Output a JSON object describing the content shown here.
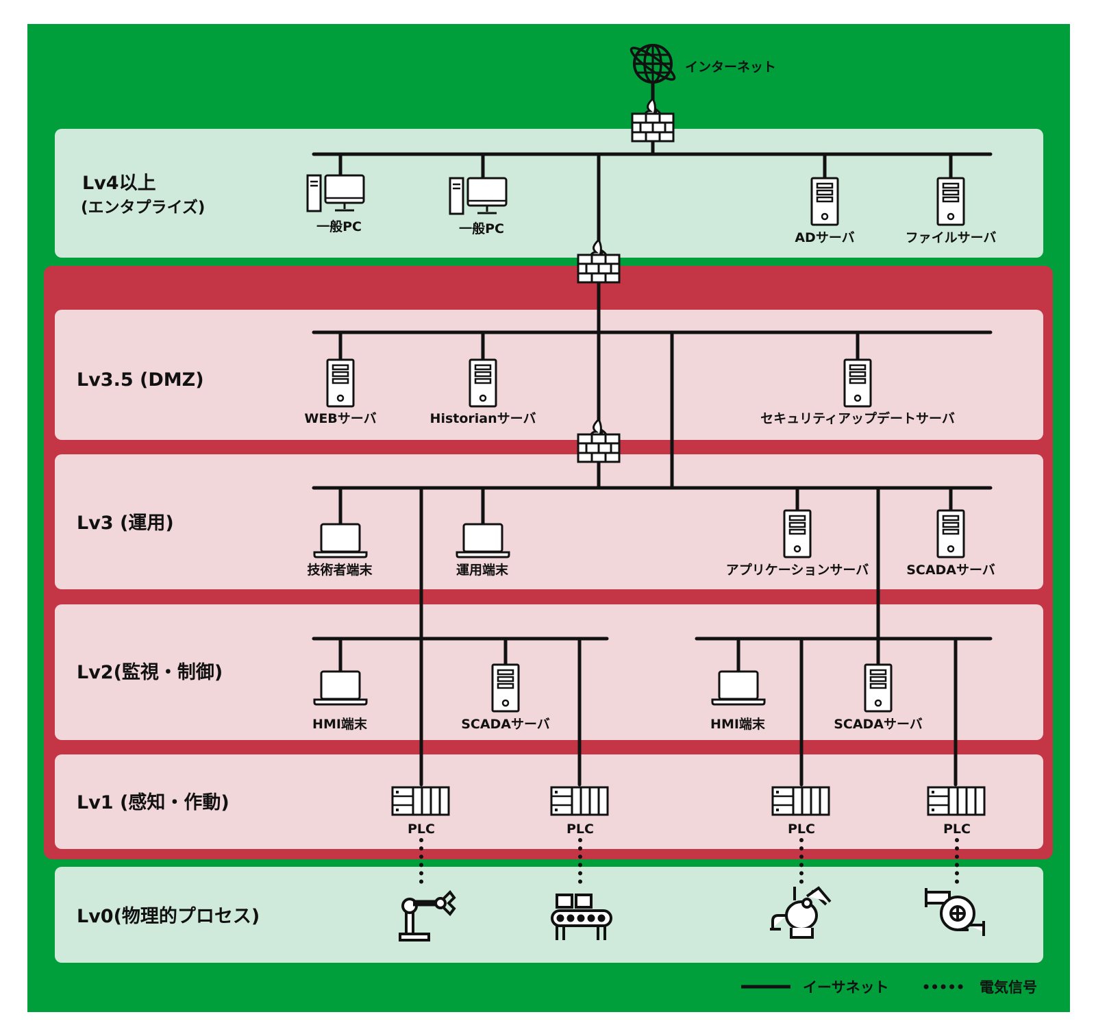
{
  "colors": {
    "outer_green": "#009f3b",
    "inner_green": "#cfeadb",
    "red_zone": "#c43646",
    "inner_pink": "#f1d6da",
    "line": "#111111",
    "icon_fill": "#ffffff"
  },
  "internet": {
    "label": "インターネット",
    "icon": "globe-icon"
  },
  "levels": {
    "lv4": {
      "title": "Lv4以上",
      "subtitle": "(エンタプライズ)"
    },
    "lv35": {
      "title": "Lv3.5 (DMZ)"
    },
    "lv3": {
      "title": "Lv3 (運用)"
    },
    "lv2": {
      "title": "Lv2(監視・制御)"
    },
    "lv1": {
      "title": "Lv1 (感知・作動)"
    },
    "lv0": {
      "title": "Lv0(物理的プロセス)"
    }
  },
  "nodes": {
    "lv4_pc1": "一般PC",
    "lv4_pc2": "一般PC",
    "lv4_ad": "ADサーバ",
    "lv4_file": "ファイルサーバ",
    "lv35_web": "WEBサーバ",
    "lv35_historian": "Historianサーバ",
    "lv35_update": "セキュリティアップデートサーバ",
    "lv3_engineer": "技術者端末",
    "lv3_ops": "運用端末",
    "lv3_app": "アプリケーションサーバ",
    "lv3_scada": "SCADAサーバ",
    "lv2_hmi1": "HMI端末",
    "lv2_scada1": "SCADAサーバ",
    "lv2_hmi2": "HMI端末",
    "lv2_scada2": "SCADAサーバ",
    "plc1": "PLC",
    "plc2": "PLC",
    "plc3": "PLC",
    "plc4": "PLC"
  },
  "lv0_devices": [
    "robot-arm-icon",
    "conveyor-icon",
    "valve-machine-icon",
    "pump-icon"
  ],
  "legend": {
    "ethernet": "イーサネット",
    "electric": "電気信号"
  }
}
